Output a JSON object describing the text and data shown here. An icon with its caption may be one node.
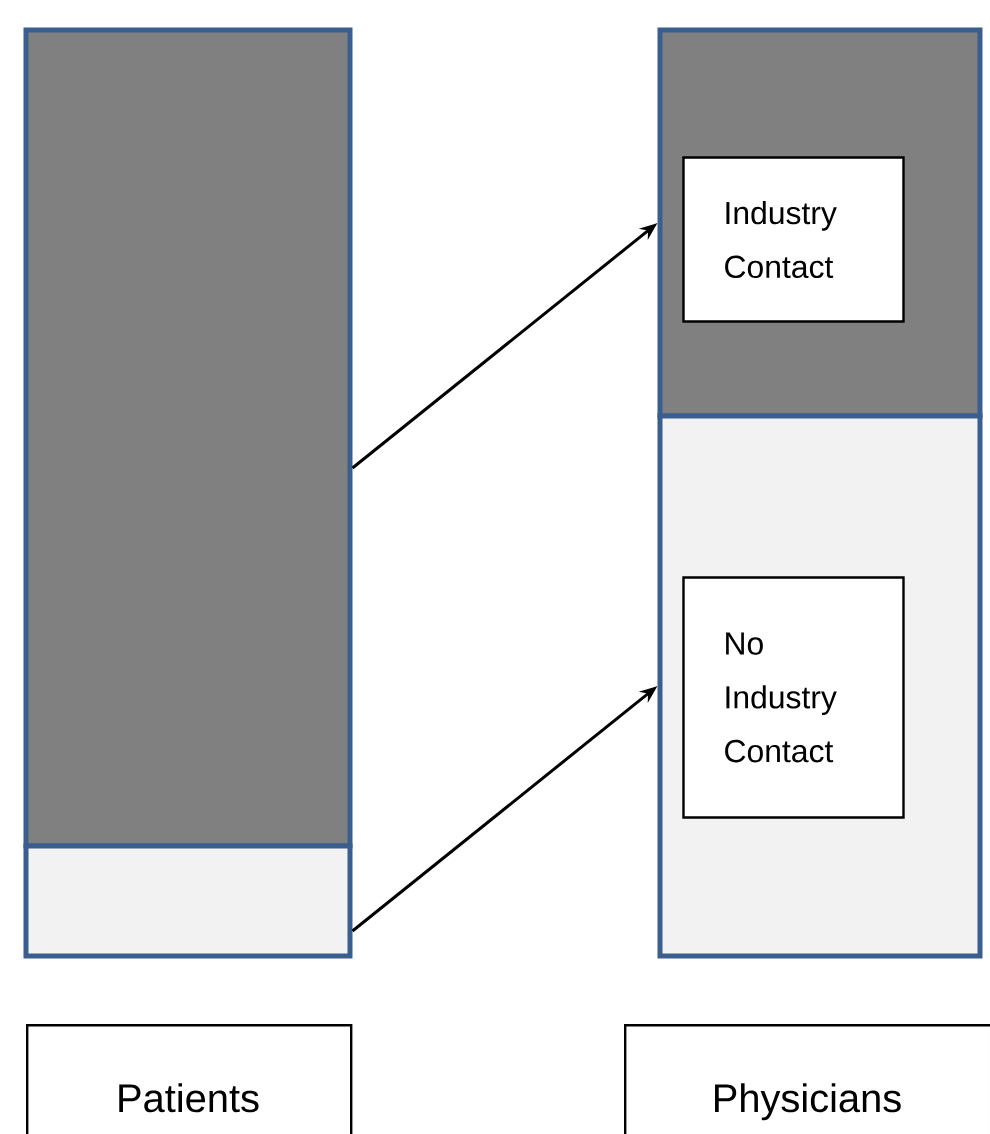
{
  "diagram": {
    "nodes": [
      {
        "text": [],
        "shape": "box"
      },
      {
        "text": [],
        "shape": "box"
      },
      {
        "text": [],
        "shape": "box"
      },
      {
        "text": [
          "Industry Contact"
        ],
        "in": 2
      },
      {
        "text": [],
        "shape": "box"
      },
      {
        "text": [
          "No Industry Contact"
        ],
        "in": 4
      },
      {
        "text": [
          "Patients"
        ]
      },
      {
        "text": [
          "Physicians"
        ]
      }
    ],
    "edges": [
      {
        "from": 0,
        "to": 2,
        "arrow": "to"
      },
      {
        "from": 1,
        "to": 4,
        "arrow": "to"
      }
    ]
  }
}
